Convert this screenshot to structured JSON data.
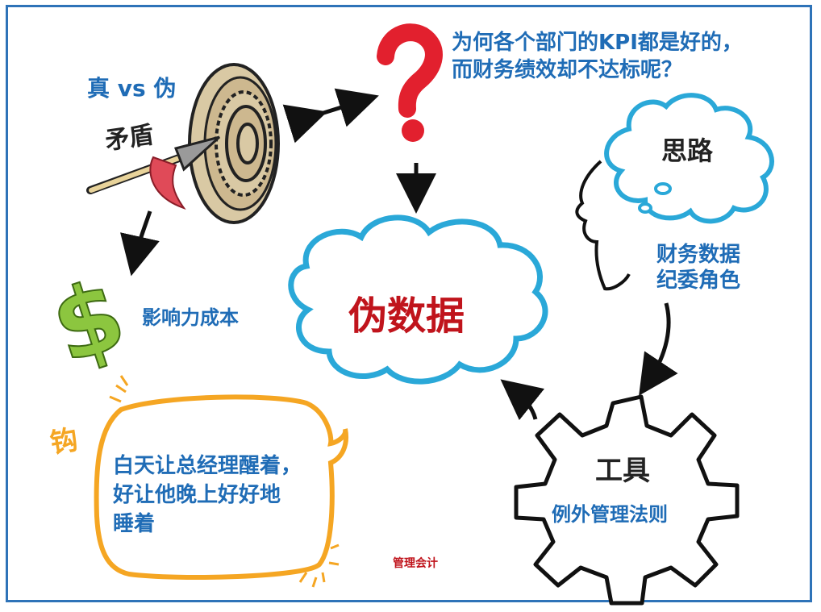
{
  "title_question": {
    "line1": "为何各个部门的KPI都是好的，",
    "line2": "而财务绩效却不达标呢？"
  },
  "center": {
    "label": "伪数据"
  },
  "target": {
    "label": "真 vs 伪",
    "sub": "矛盾"
  },
  "dollar": {
    "label": "影响力成本"
  },
  "thought": {
    "bubble_label": "思路",
    "line1": "财务数据",
    "line2": "纪委角色"
  },
  "gear": {
    "title": "工具",
    "label": "例外管理法则"
  },
  "speech": {
    "tag": "钩",
    "line1": "白天让总经理醒着，",
    "line2": "好让他晚上好好地",
    "line3": "睡着"
  },
  "watermark": "管理会计",
  "colors": {
    "frame": "#2e73b8",
    "text_blue": "#1f6cb6",
    "center_red": "#c0141c",
    "question_red": "#e2202e",
    "cloud_blue": "#2aa8d8",
    "dollar_green": "#8cc63f",
    "speech_orange": "#f5a623"
  }
}
